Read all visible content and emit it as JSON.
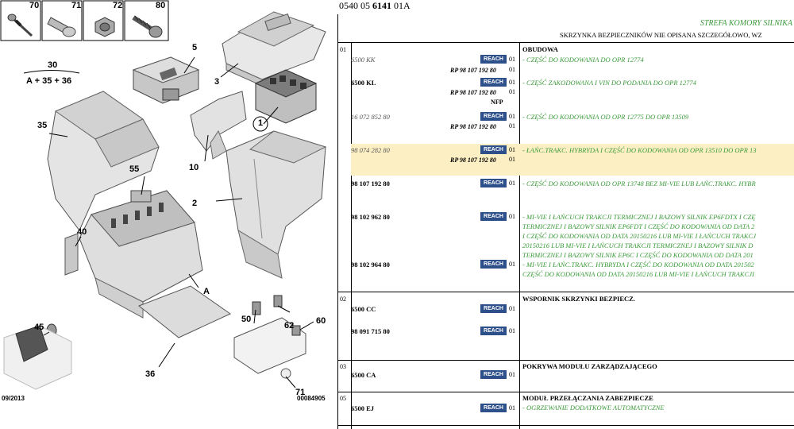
{
  "diagram": {
    "hardware_labels": [
      "70",
      "71",
      "72",
      "80"
    ],
    "part_labels": [
      {
        "id": "p30",
        "text": "30"
      },
      {
        "id": "p35a",
        "text": "A + 35 + 36"
      },
      {
        "id": "p35",
        "text": "35"
      },
      {
        "id": "p5",
        "text": "5"
      },
      {
        "id": "p3",
        "text": "3"
      },
      {
        "id": "p1",
        "text": "1"
      },
      {
        "id": "p10",
        "text": "10"
      },
      {
        "id": "p2",
        "text": "2"
      },
      {
        "id": "p55",
        "text": "55"
      },
      {
        "id": "p71",
        "text": "71"
      },
      {
        "id": "p40",
        "text": "40"
      },
      {
        "id": "p45",
        "text": "45"
      },
      {
        "id": "pA",
        "text": "A"
      },
      {
        "id": "p50",
        "text": "50"
      },
      {
        "id": "p62",
        "text": "62"
      },
      {
        "id": "p60",
        "text": "60"
      },
      {
        "id": "p36",
        "text": "36"
      }
    ],
    "date_code": "09/2013",
    "drawing_number": "00084905"
  },
  "catalog": {
    "reference_prefix": "0540 05",
    "reference_bold": "6141",
    "reference_suffix": "01A",
    "zone_title": "STREFA KOMORY SILNIKA",
    "subtitle": "SKRZYNKA BEZPIECZNIKÓW NIE OPISANA SZCZEGÓŁOWO, WZ",
    "reach_label": "REACH",
    "sections": [
      {
        "num": "01",
        "header": "OBUDOWA",
        "rows": [
          {
            "pn": "6500 KK",
            "style": "it",
            "qty": "01",
            "desc": "- CZĘŚĆ DO KODOWANIA DO OPR 12774",
            "rp": "RP 98 107 192 80",
            "rp_qty": "01"
          },
          {
            "pn": "6500 KL",
            "style": "bold",
            "qty": "01",
            "desc": "- CZĘŚĆ ZAKODOWANA I VIN DO PODANIA DO OPR 12774",
            "rp": "RP 98 107 192 80",
            "rp_qty": "01",
            "nfp": "NFP"
          },
          {
            "pn": "16 072 852 80",
            "style": "it",
            "qty": "01",
            "desc": "- CZĘŚĆ DO KODOWANIA OD OPR 12775 DO OPR 13509",
            "rp": "RP 98 107 192 80",
            "rp_qty": "01"
          },
          {
            "pn": "98 074 282 80",
            "style": "it",
            "qty": "01",
            "desc": "- ŁAŃC.TRAKC. HYBRYDA I CZĘŚĆ DO KODOWANIA OD OPR 13510 DO OPR 13",
            "rp": "RP 98 107 192 80",
            "rp_qty": "01",
            "highlight": true
          },
          {
            "pn": "98 107 192 80",
            "style": "bold",
            "qty": "01",
            "desc": "- CZĘŚĆ DO KODOWANIA OD OPR 13748 BEZ MI-VIE LUB ŁAŃC.TRAKC. HYBR"
          },
          {
            "pn": "98 102 962 80",
            "style": "bold",
            "qty": "01",
            "desc_lines": [
              "- MI-VIE I ŁAŃCUCH TRAKCJI TERMICZNEJ I BAZOWY SILNIK EP6FDTX I CZĘ",
              "TERMICZNEJ I BAZOWY SILNIK EP6FDT I CZĘŚĆ DO KODOWANIA OD DATA 2",
              "I CZĘŚĆ DO KODOWANIA OD DATA 20150216 LUB MI-VIE I ŁAŃCUCH TRAKCJ",
              "20150216 LUB MI-VIE I ŁAŃCUCH TRAKCJI TERMICZNEJ I BAZOWY SILNIK D",
              "TERMICZNEJ I BAZOWY SILNIK EP6C I CZĘŚĆ DO KODOWANIA OD DATA 201"
            ]
          },
          {
            "pn": "98 102 964 80",
            "style": "bold",
            "qty": "01",
            "desc_lines": [
              "- MI-VIE I ŁAŃC.TRAKC. HYBRYDA I CZĘŚĆ DO KODOWANIA OD DATA 201502",
              "CZĘŚĆ DO KODOWANIA OD DATA 20150216 LUB MI-VIE I ŁAŃCUCH TRAKCJI"
            ]
          }
        ]
      },
      {
        "num": "02",
        "header": "WSPORNIK SKRZYNKI BEZPIECZ.",
        "rows": [
          {
            "pn": "6500 CC",
            "style": "bold",
            "qty": "01"
          },
          {
            "pn": "98 091 715 80",
            "style": "bold",
            "qty": "01"
          }
        ]
      },
      {
        "num": "03",
        "header": "POKRYWA MODUŁU ZARZĄDZAJĄCEGO",
        "rows": [
          {
            "pn": "6500 CA",
            "style": "bold",
            "qty": "01"
          }
        ]
      },
      {
        "num": "05",
        "header": "MODUŁ PRZEŁĄCZANIA ZABEZPIECZE",
        "rows": [
          {
            "pn": "6500 EJ",
            "style": "bold",
            "qty": "01",
            "desc": "- OGRZEWANIE DODATKOWE AUTOMATYCZNE"
          }
        ]
      }
    ]
  }
}
